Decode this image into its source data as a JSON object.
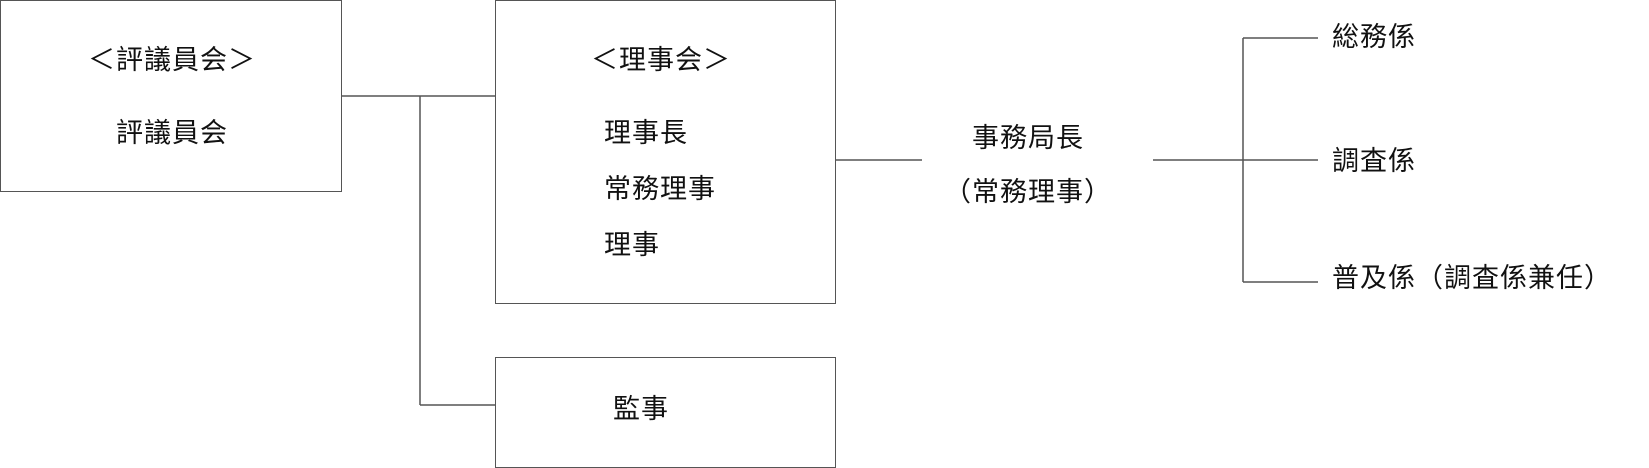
{
  "council": {
    "heading": "＜評議員会＞",
    "members": [
      "評議員会"
    ]
  },
  "board": {
    "heading": "＜理事会＞",
    "members": [
      "理事長",
      "常務理事",
      "理事"
    ]
  },
  "auditor": {
    "label": "監事"
  },
  "secretariat": {
    "title": "事務局長",
    "subtitle": "（常務理事）"
  },
  "sections": [
    {
      "label": "総務係"
    },
    {
      "label": "調査係"
    },
    {
      "label": "普及係（調査係兼任）"
    }
  ]
}
